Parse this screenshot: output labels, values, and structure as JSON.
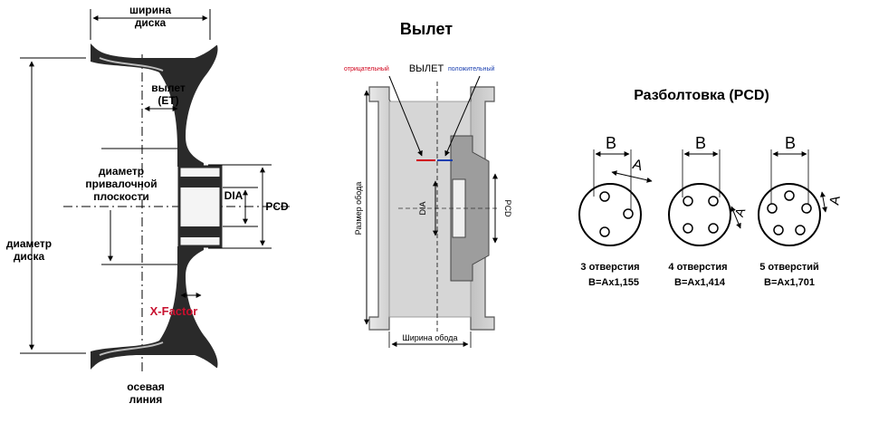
{
  "left_panel": {
    "wheel_width": [
      "ширина",
      "диска"
    ],
    "offset": [
      "вылет",
      "(ET)"
    ],
    "mount_diameter": [
      "диаметр",
      "привалочной",
      "плоскости"
    ],
    "dia": "DIA",
    "pcd": "PCD",
    "wheel_diameter": [
      "диаметр",
      "диска"
    ],
    "xfactor": "X-Factor",
    "axis_line": [
      "осевая",
      "линия"
    ]
  },
  "middle_panel": {
    "title": "Вылет",
    "negative": "отрицательный",
    "offset_word": "ВЫЛЕТ",
    "positive": "положительный",
    "rim_size": "Размер обода",
    "dia": "DIA",
    "pcd": "PCD",
    "rim_width": "Ширина обода"
  },
  "right_panel": {
    "title": "Разболтовка (PCD)",
    "patterns": [
      {
        "label_b": "B",
        "label_a": "A",
        "name": "3 отверстия",
        "formula": "B=Ax1,155",
        "holes": 3
      },
      {
        "label_b": "B",
        "label_a": "A",
        "name": "4 отверстия",
        "formula": "B=Ax1,414",
        "holes": 4
      },
      {
        "label_b": "B",
        "label_a": "A",
        "name": "5 отверстий",
        "formula": "B=Ax1,701",
        "holes": 5
      }
    ]
  },
  "colors": {
    "negative": "#d0021b",
    "positive": "#1a3fb0",
    "xfactor": "#c8102e",
    "metal_dark": "#2a2a2a",
    "metal_gray": "#bdbdbd"
  }
}
